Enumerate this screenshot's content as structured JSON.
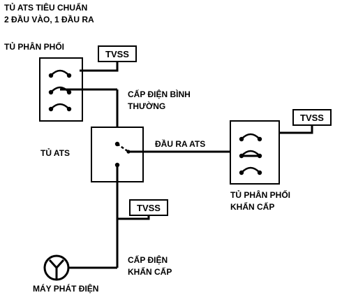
{
  "title": {
    "line1": "TỦ ATS TIÊU CHUẨN",
    "line2": "2 ĐẦU VÀO, 1 ĐẦU RA"
  },
  "labels": {
    "main_panel": "TỦ PHÂN PHỐI",
    "normal_supply_line1": "CẤP ĐIỆN BÌNH",
    "normal_supply_line2": "THƯỜNG",
    "ats_panel": "TỦ ATS",
    "ats_output": "ĐẦU RA ATS",
    "emergency_panel_line1": "TỦ PHÂN PHỐI",
    "emergency_panel_line2": "KHẨN CẤP",
    "emergency_supply_line1": "CẤP ĐIỆN",
    "emergency_supply_line2": "KHẨN CẤP",
    "generator": "MÁY PHÁT ĐIỆN"
  },
  "tvss": {
    "label": "TVSS"
  },
  "colors": {
    "line": "#000000",
    "background": "#ffffff"
  }
}
